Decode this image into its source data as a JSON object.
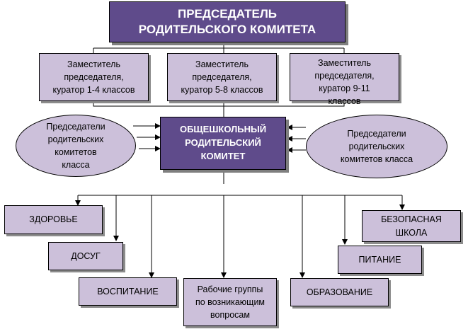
{
  "chairman": "ПРЕДСЕДАТЕЛЬ\nРОДИТЕЛЬСКОГО КОМИТЕТА",
  "deputies": [
    "Заместитель\nпредседателя,\nкуратор 1-4 классов",
    "Заместитель\nпредседателя,\nкуратор 5-8 классов",
    "Заместитель\nпредседателя,\nкуратор 9-11\nклассов"
  ],
  "school_committee": "ОБЩЕШКОЛЬНЫЙ\nРОДИТЕЛЬСКИЙ\nКОМИТЕТ",
  "left_ellipse": "Председатели\nродительских\nкомитетов\nкласса",
  "right_ellipse": "Председатели\nродительских\nкомитетов класса",
  "branches": {
    "health": "ЗДОРОВЬЕ",
    "leisure": "ДОСУГ",
    "upbringing": "ВОСПИТАНИЕ",
    "working_groups": "Рабочие группы\nпо возникающим\nвопросам",
    "education": "ОБРАЗОВАНИЕ",
    "nutrition": "ПИТАНИЕ",
    "safe_school": "БЕЗОПАСНАЯ\nШКОЛА"
  }
}
